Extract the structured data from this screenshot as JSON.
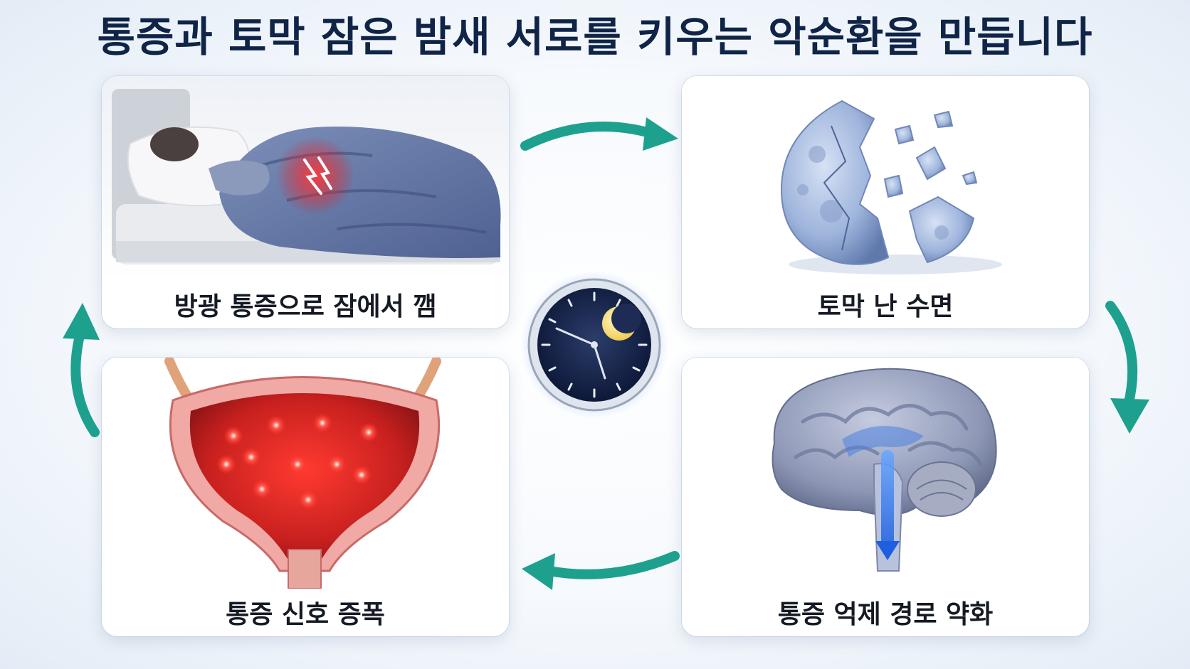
{
  "title": "통증과 토막 잠은 밤새 서로를 키우는 악순환을 만듭니다",
  "cards": {
    "top_left": {
      "label": "방광 통증으로 잠에서 깸"
    },
    "top_right": {
      "label": "토막 난 수면"
    },
    "bottom_right": {
      "label": "통증 억제 경로 약화"
    },
    "bottom_left": {
      "label": "통증 신호 증폭"
    }
  },
  "colors": {
    "title": "#0f2446",
    "arrow": "#1ea08f",
    "pain": "#ff2a2a",
    "moon": "#8ea8d6",
    "brain": "#8d97b5",
    "bladder": "#e45a5a"
  },
  "icons": {
    "top_left": "sleeping-person-pain-illustration",
    "top_right": "shattered-moon-illustration",
    "bottom_right": "brain-pathway-illustration",
    "bottom_left": "bladder-illustration",
    "center": "night-clock-icon"
  }
}
